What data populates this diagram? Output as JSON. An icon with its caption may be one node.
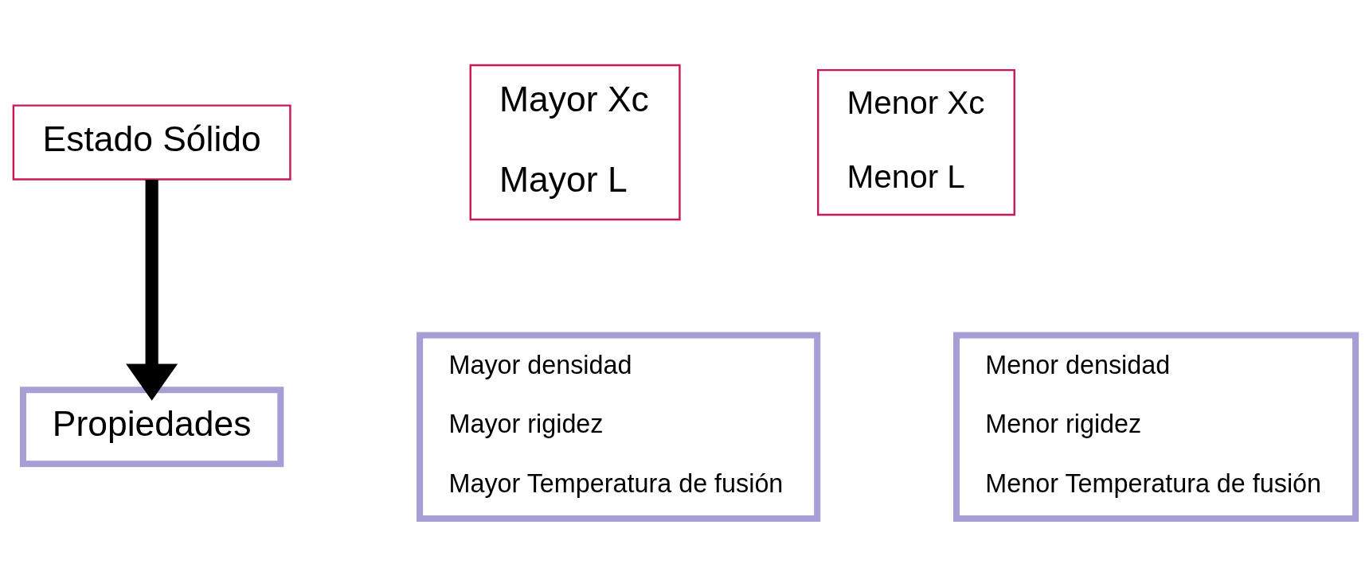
{
  "diagram": {
    "nodes": [
      {
        "text": [
          "Estado Sólido"
        ]
      },
      {
        "text": [
          "Propiedades"
        ]
      },
      {
        "text": [
          "Mayor Xc",
          "Mayor L"
        ]
      },
      {
        "text": [
          "Menor Xc",
          "Menor L"
        ]
      },
      {
        "text": [
          "Mayor densidad",
          "Mayor rigidez",
          "Mayor Temperatura de fusión"
        ]
      },
      {
        "text": [
          "Menor densidad",
          "Menor rigidez",
          "Menor Temperatura de fusión"
        ]
      }
    ],
    "edges": [
      {
        "from": 0,
        "to": 1,
        "arrow": "to"
      }
    ]
  }
}
